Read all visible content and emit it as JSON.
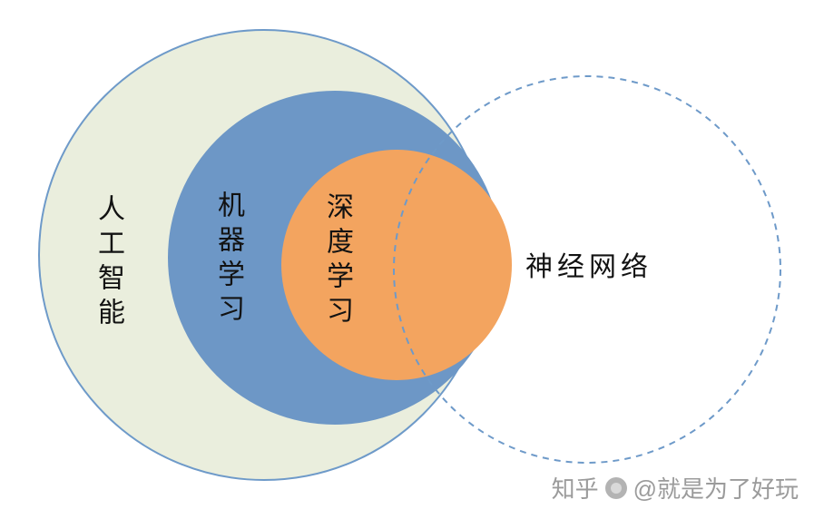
{
  "diagram": {
    "type": "venn-nested-circles",
    "circles": [
      {
        "id": "artificial-intelligence",
        "label": "人工智能",
        "fill": "#eaeedd",
        "stroke": "#6e9ac9",
        "border_style": "solid"
      },
      {
        "id": "machine-learning",
        "label": "机器学习",
        "fill": "#6d97c6",
        "stroke": "#6d97c6",
        "border_style": "solid"
      },
      {
        "id": "deep-learning",
        "label": "深度学习",
        "fill": "#f3a45f",
        "stroke": "#f3a45f",
        "border_style": "solid"
      },
      {
        "id": "neural-network",
        "label": "神经网络",
        "fill": "none",
        "stroke": "#6e9ac9",
        "border_style": "dashed"
      }
    ],
    "label_color": "#121212"
  },
  "watermark": {
    "brand": "知乎",
    "handle": "@就是为了好玩",
    "color": "#9b9b9b"
  }
}
